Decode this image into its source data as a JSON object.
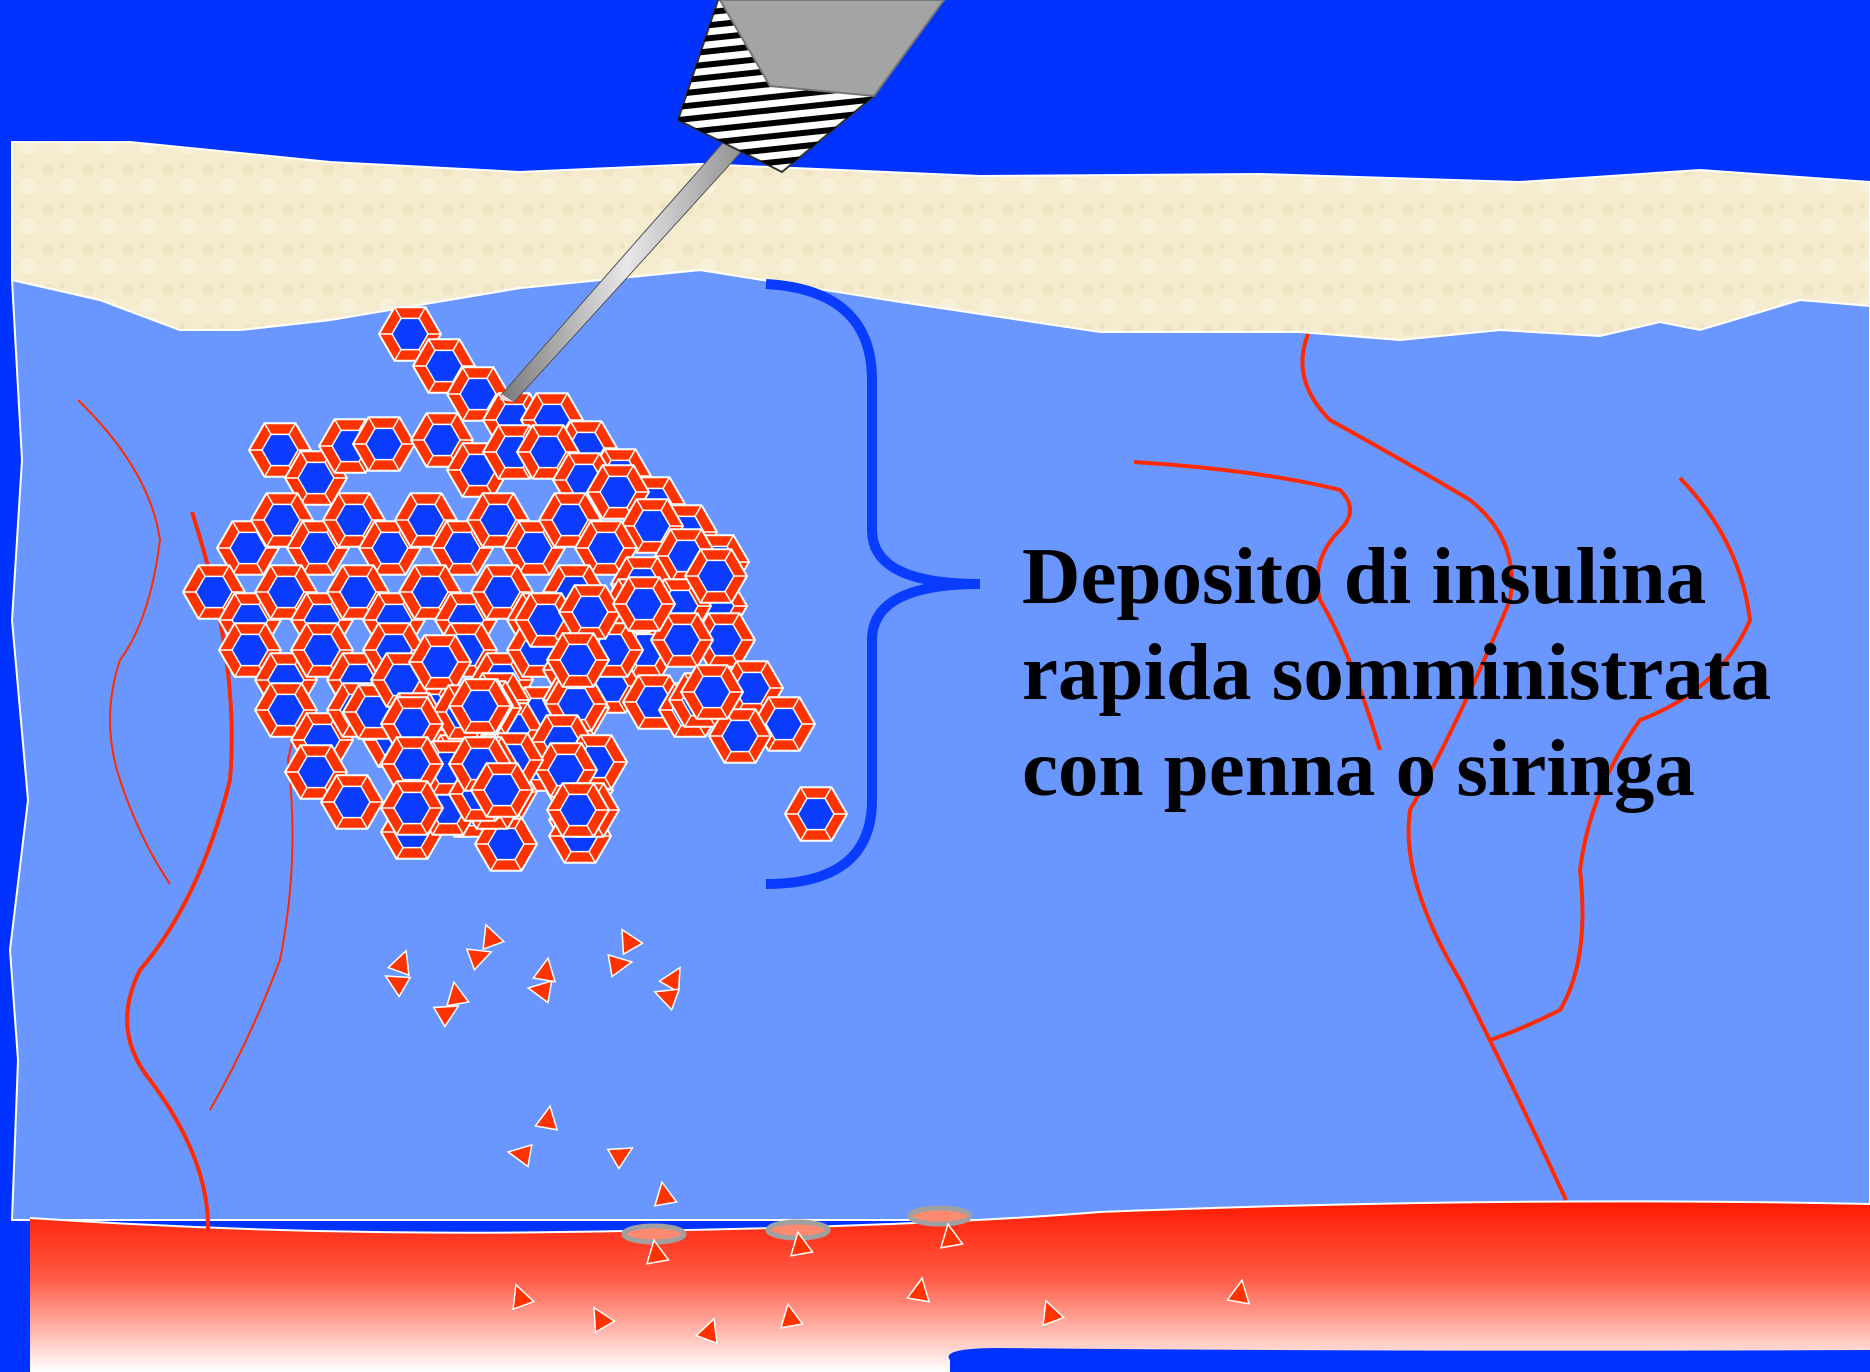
{
  "caption": {
    "line1": "Deposito di insulina",
    "line2": "rapida somministrata",
    "line3": "con penna o siringa"
  },
  "colors": {
    "background": "#0033ff",
    "skin": "#f5ecd0",
    "tissue": "#6a96ff",
    "capillary": "#ff2a00",
    "hexamer_outer": "#ff3300",
    "hexamer_inner": "#0a3cff",
    "bracket": "#0a3cff",
    "text": "#000000"
  },
  "icons": {
    "needle": "pen-needle-icon",
    "hexamer": "insulin-hexamer-icon",
    "monomer": "insulin-monomer-icon",
    "receptor": "capillary-pore-icon"
  }
}
